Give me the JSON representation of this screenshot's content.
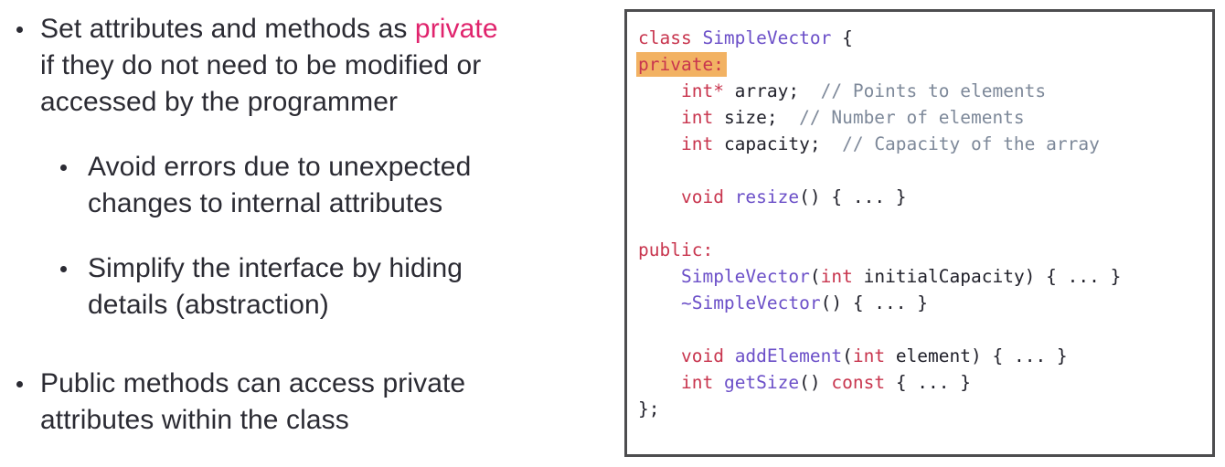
{
  "slide": {
    "text_color": "#2b2b33",
    "accent_color": "#e0246d",
    "bullets": [
      {
        "level": 1,
        "gap_before": false,
        "lines": [
          [
            {
              "text": "Set attributes and methods as ",
              "accent": false
            },
            {
              "text": "private",
              "accent": true
            }
          ],
          [
            {
              "text": "if they do not need to be modified or",
              "accent": false
            }
          ],
          [
            {
              "text": "accessed by the programmer",
              "accent": false
            }
          ]
        ]
      },
      {
        "level": 2,
        "gap_before": false,
        "lines": [
          [
            {
              "text": "Avoid errors due to unexpected",
              "accent": false
            }
          ],
          [
            {
              "text": "changes to internal attributes",
              "accent": false
            }
          ]
        ]
      },
      {
        "level": 2,
        "gap_before": false,
        "lines": [
          [
            {
              "text": "Simplify the interface by hiding",
              "accent": false
            }
          ],
          [
            {
              "text": "details (abstraction)",
              "accent": false
            }
          ]
        ]
      },
      {
        "level": 1,
        "gap_before": true,
        "lines": [
          [
            {
              "text": "Public methods can access private",
              "accent": false
            }
          ],
          [
            {
              "text": "attributes within the class",
              "accent": false
            }
          ]
        ]
      }
    ]
  },
  "code_panel": {
    "border_color": "#4d4d4f",
    "background_color": "#ffffff",
    "highlight_color": "#f2b263",
    "token_colors": {
      "keyword": "#c8354e",
      "identifier": "#6b4fc8",
      "comment": "#7d8899",
      "plain": "#20202a"
    },
    "lines": [
      [
        {
          "c": "kw",
          "s": "class"
        },
        {
          "c": "p",
          "s": " "
        },
        {
          "c": "fn",
          "s": "SimpleVector"
        },
        {
          "c": "p",
          "s": " {"
        }
      ],
      [
        {
          "c": "kw",
          "s": "private:",
          "hl": true
        }
      ],
      [
        {
          "c": "p",
          "s": "    "
        },
        {
          "c": "kw",
          "s": "int*"
        },
        {
          "c": "p",
          "s": " array;  "
        },
        {
          "c": "cm",
          "s": "// Points to elements"
        }
      ],
      [
        {
          "c": "p",
          "s": "    "
        },
        {
          "c": "kw",
          "s": "int"
        },
        {
          "c": "p",
          "s": " size;  "
        },
        {
          "c": "cm",
          "s": "// Number of elements"
        }
      ],
      [
        {
          "c": "p",
          "s": "    "
        },
        {
          "c": "kw",
          "s": "int"
        },
        {
          "c": "p",
          "s": " capacity;  "
        },
        {
          "c": "cm",
          "s": "// Capacity of the array"
        }
      ],
      [],
      [
        {
          "c": "p",
          "s": "    "
        },
        {
          "c": "kw",
          "s": "void"
        },
        {
          "c": "p",
          "s": " "
        },
        {
          "c": "fn",
          "s": "resize"
        },
        {
          "c": "p",
          "s": "() { ... }"
        }
      ],
      [],
      [
        {
          "c": "kw",
          "s": "public:"
        }
      ],
      [
        {
          "c": "p",
          "s": "    "
        },
        {
          "c": "fn",
          "s": "SimpleVector"
        },
        {
          "c": "p",
          "s": "("
        },
        {
          "c": "kw",
          "s": "int"
        },
        {
          "c": "p",
          "s": " initialCapacity) { ... }"
        }
      ],
      [
        {
          "c": "p",
          "s": "    "
        },
        {
          "c": "fn",
          "s": "~SimpleVector"
        },
        {
          "c": "p",
          "s": "() { ... }"
        }
      ],
      [],
      [
        {
          "c": "p",
          "s": "    "
        },
        {
          "c": "kw",
          "s": "void"
        },
        {
          "c": "p",
          "s": " "
        },
        {
          "c": "fn",
          "s": "addElement"
        },
        {
          "c": "p",
          "s": "("
        },
        {
          "c": "kw",
          "s": "int"
        },
        {
          "c": "p",
          "s": " element) { ... }"
        }
      ],
      [
        {
          "c": "p",
          "s": "    "
        },
        {
          "c": "kw",
          "s": "int"
        },
        {
          "c": "p",
          "s": " "
        },
        {
          "c": "fn",
          "s": "getSize"
        },
        {
          "c": "p",
          "s": "() "
        },
        {
          "c": "kw",
          "s": "const"
        },
        {
          "c": "p",
          "s": " { ... }"
        }
      ],
      [
        {
          "c": "p",
          "s": "};"
        }
      ]
    ]
  }
}
